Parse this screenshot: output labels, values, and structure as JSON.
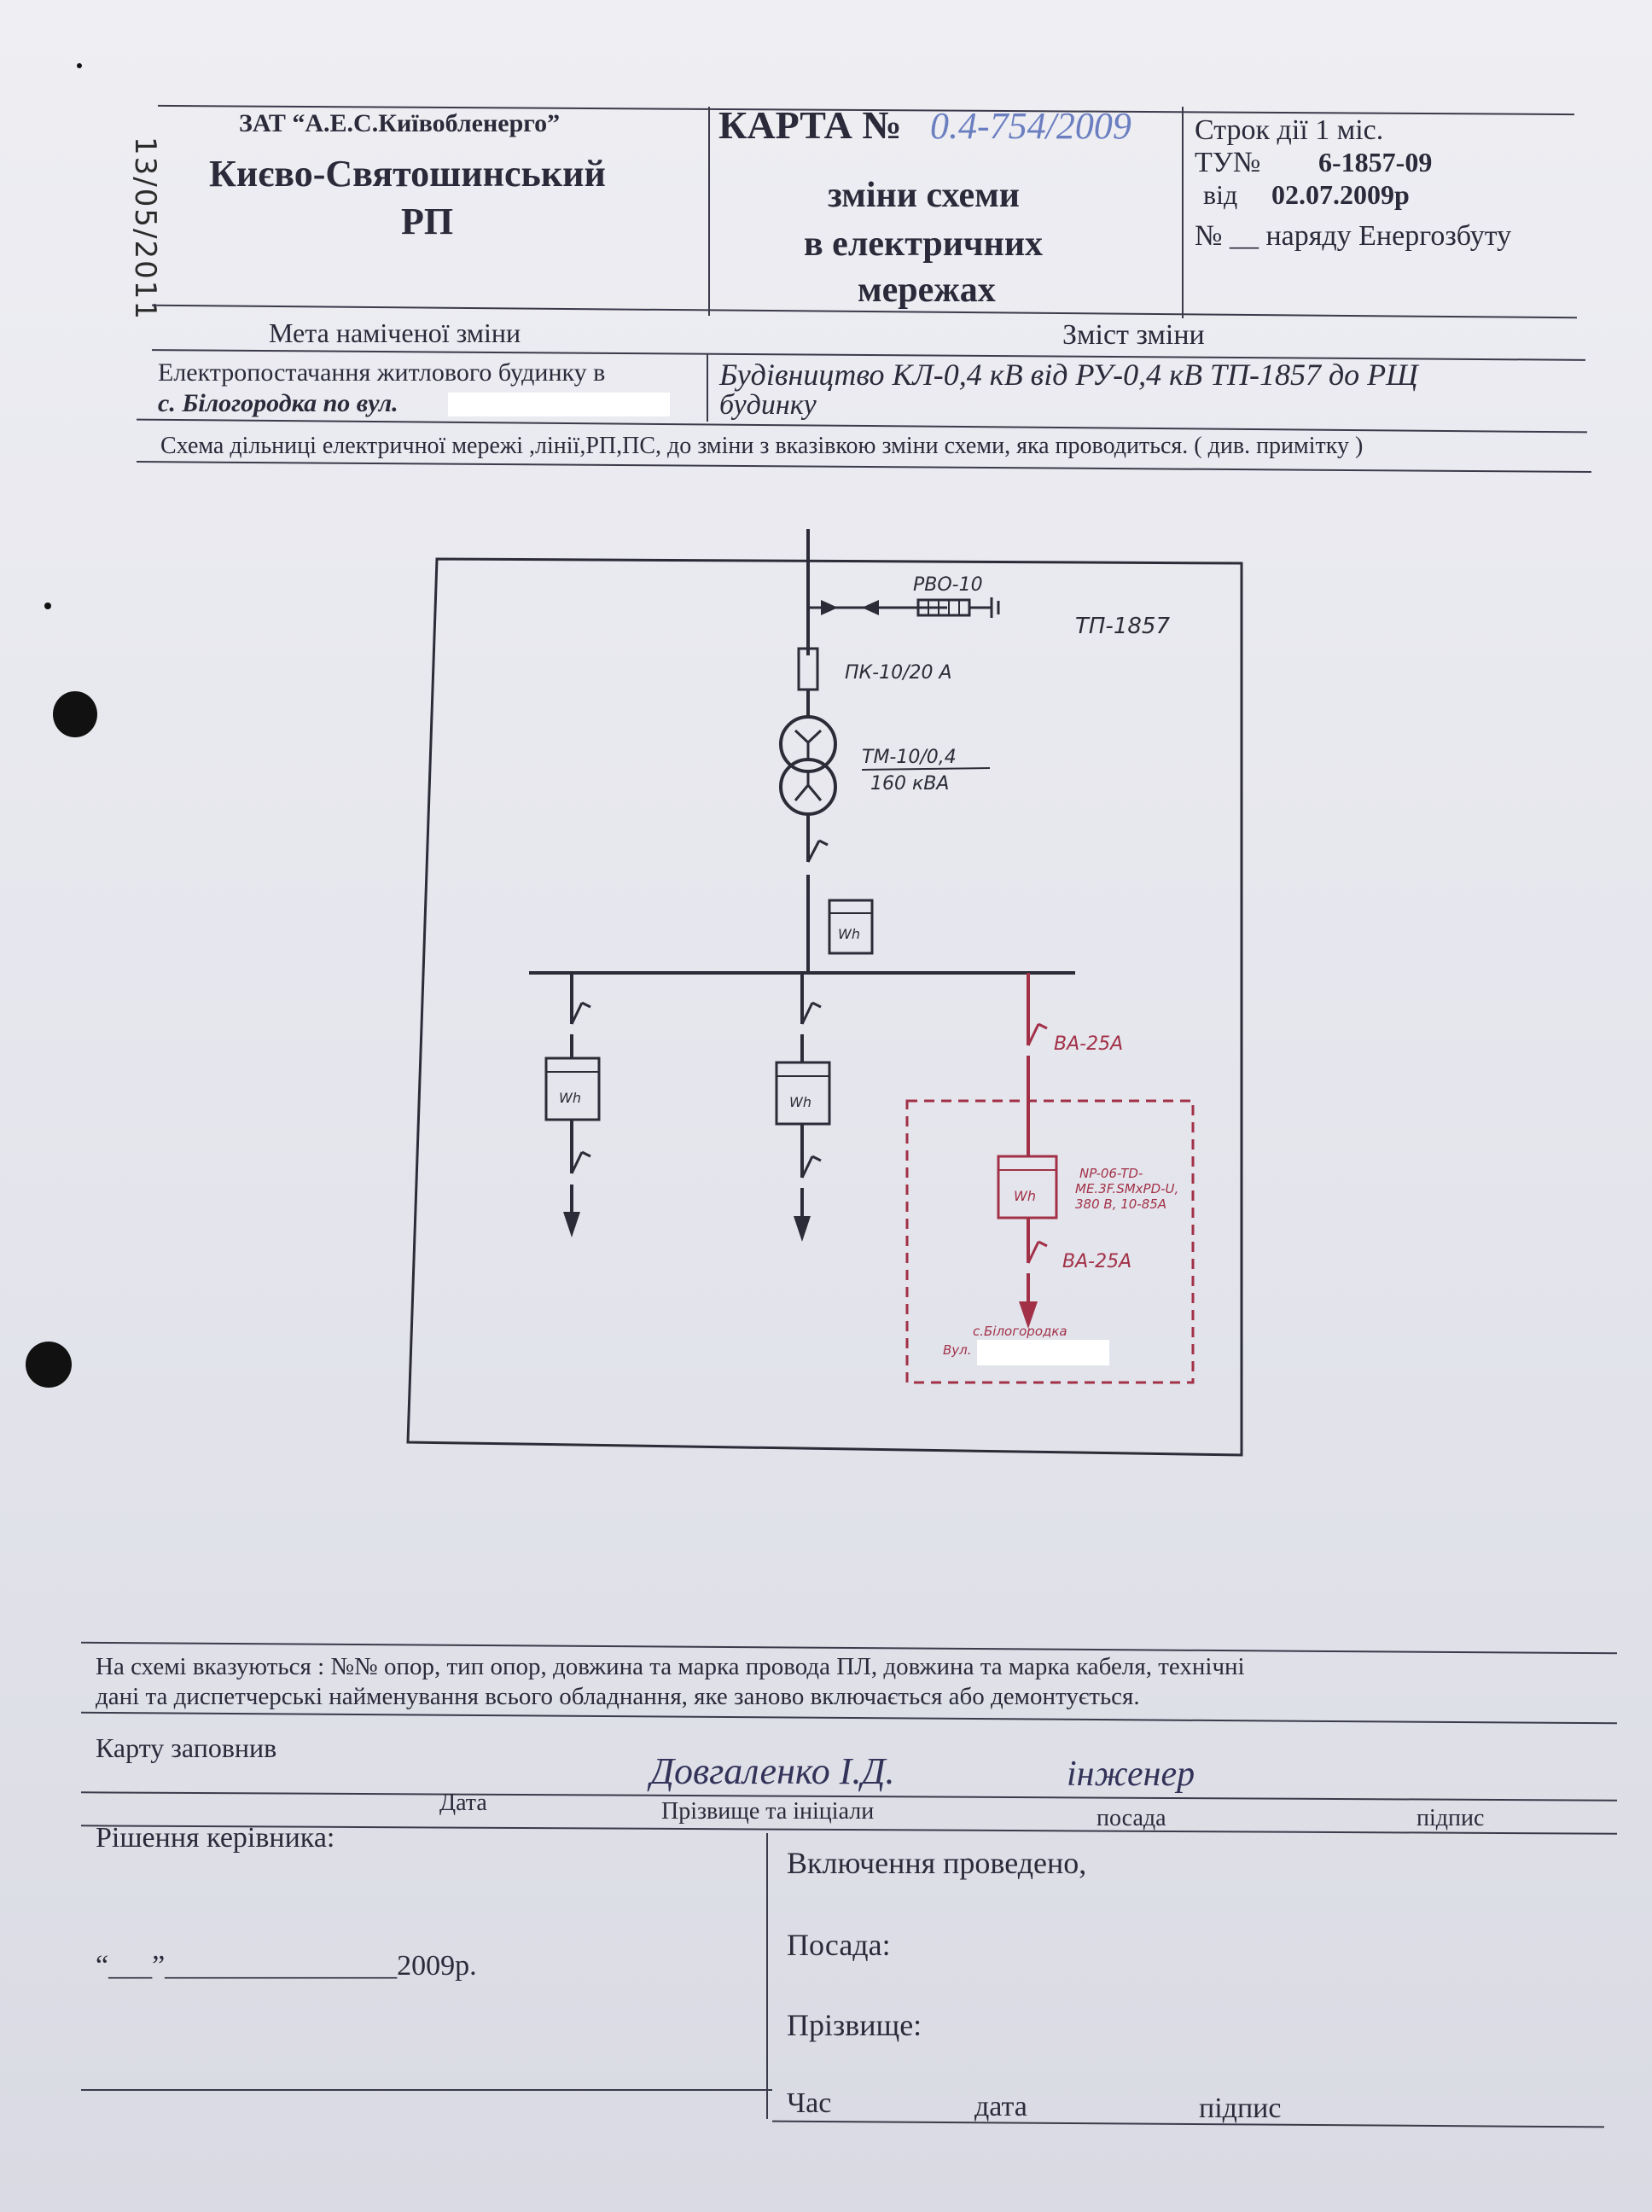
{
  "stamp_date": "13/05/2011",
  "header": {
    "org_company": "ЗАТ “А.Е.С.Київобленерго”",
    "org_division_line1": "Києво-Святошинський",
    "org_division_line2": "РП",
    "card_title": "КАРТА №",
    "card_number": "0.4-754/2009",
    "card_subtitle_line1": "зміни схеми",
    "card_subtitle_line2": "в електричних",
    "card_subtitle_line3": "мережах",
    "validity": "Строк дії 1 міс.",
    "tu_label": "ТУ№",
    "tu_number": "6-1857-09",
    "tu_date_label": "від",
    "tu_date": "02.07.2009р",
    "order_label": "№ __ наряду Енергозбуту"
  },
  "purpose": {
    "col1_header": "Мета наміченої зміни",
    "col2_header": "Зміст зміни",
    "col1_line1": "Електропостачання житлового будинку в",
    "col1_line2": "с. Білогородка по вул.",
    "col2_line1": "Будівництво КЛ-0,4 кВ від РУ-0,4 кВ ТП-1857 до РЩ",
    "col2_line2": "будинку",
    "scheme_caption": "Схема дільниці електричної мережі ,лінії,РП,ПС, до зміни з вказівкою зміни схеми, яка проводиться. ( див. примітку )"
  },
  "diagram": {
    "substation": "ТП-1857",
    "arrester": "РВО-10",
    "fuse": "ПК-10/20 А",
    "transformer_model": "ТМ-10/0,4",
    "transformer_power": "160 кВА",
    "meter_label": "Wh",
    "breaker_top": "ВА-25А",
    "meter_new_line1": "NP-06-TD-",
    "meter_new_line2": "ME.3F.SMxPD-U,",
    "meter_new_line3": "380 В, 10-85А",
    "breaker_bottom": "ВА-25А",
    "location_village": "с.Білогородка",
    "location_street": "Вул."
  },
  "note": {
    "line1": "На схемі вказуються : №№ опор, тип опор, довжина та марка провода ПЛ, довжина та марка кабеля, технічні",
    "line2": "дані та диспетчерські найменування всього обладнання, яке заново включається або демонтується."
  },
  "filled": {
    "label": "Карту заповнив",
    "name_value": "Довгаленко І.Д.",
    "position_value": "інженер",
    "col_date": "Дата",
    "col_name": "Прізвище та ініціали",
    "col_position": "посада",
    "col_signature": "підпис"
  },
  "decision": {
    "label": "Рішення керівника:",
    "date_line": "“___”________________2009р.",
    "enabled": "Включення проведено,",
    "position": "Посада:",
    "surname": "Прізвище:",
    "time": "Час",
    "date": "дата",
    "signature": "підпис"
  }
}
